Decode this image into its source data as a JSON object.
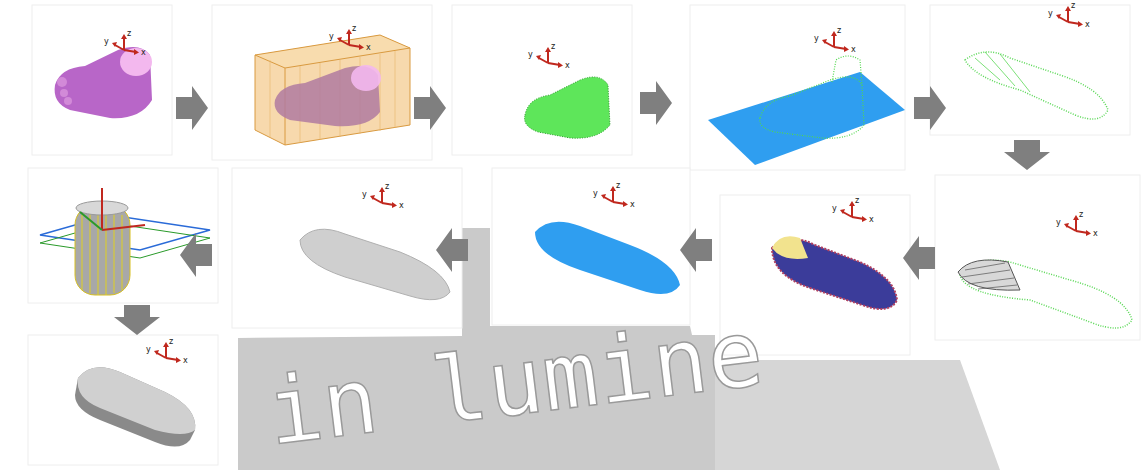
{
  "diagram": {
    "labels": [
      "z",
      "y",
      "x",
      "z",
      "y",
      "x",
      "z",
      "y",
      "x",
      "z",
      "y",
      "x",
      "z",
      "y",
      "x",
      "z",
      "y",
      "x",
      "z",
      "y",
      "x",
      "z",
      "y",
      "x",
      "z",
      "y",
      "x",
      "z",
      "y",
      "x",
      "in lumine"
    ]
  }
}
